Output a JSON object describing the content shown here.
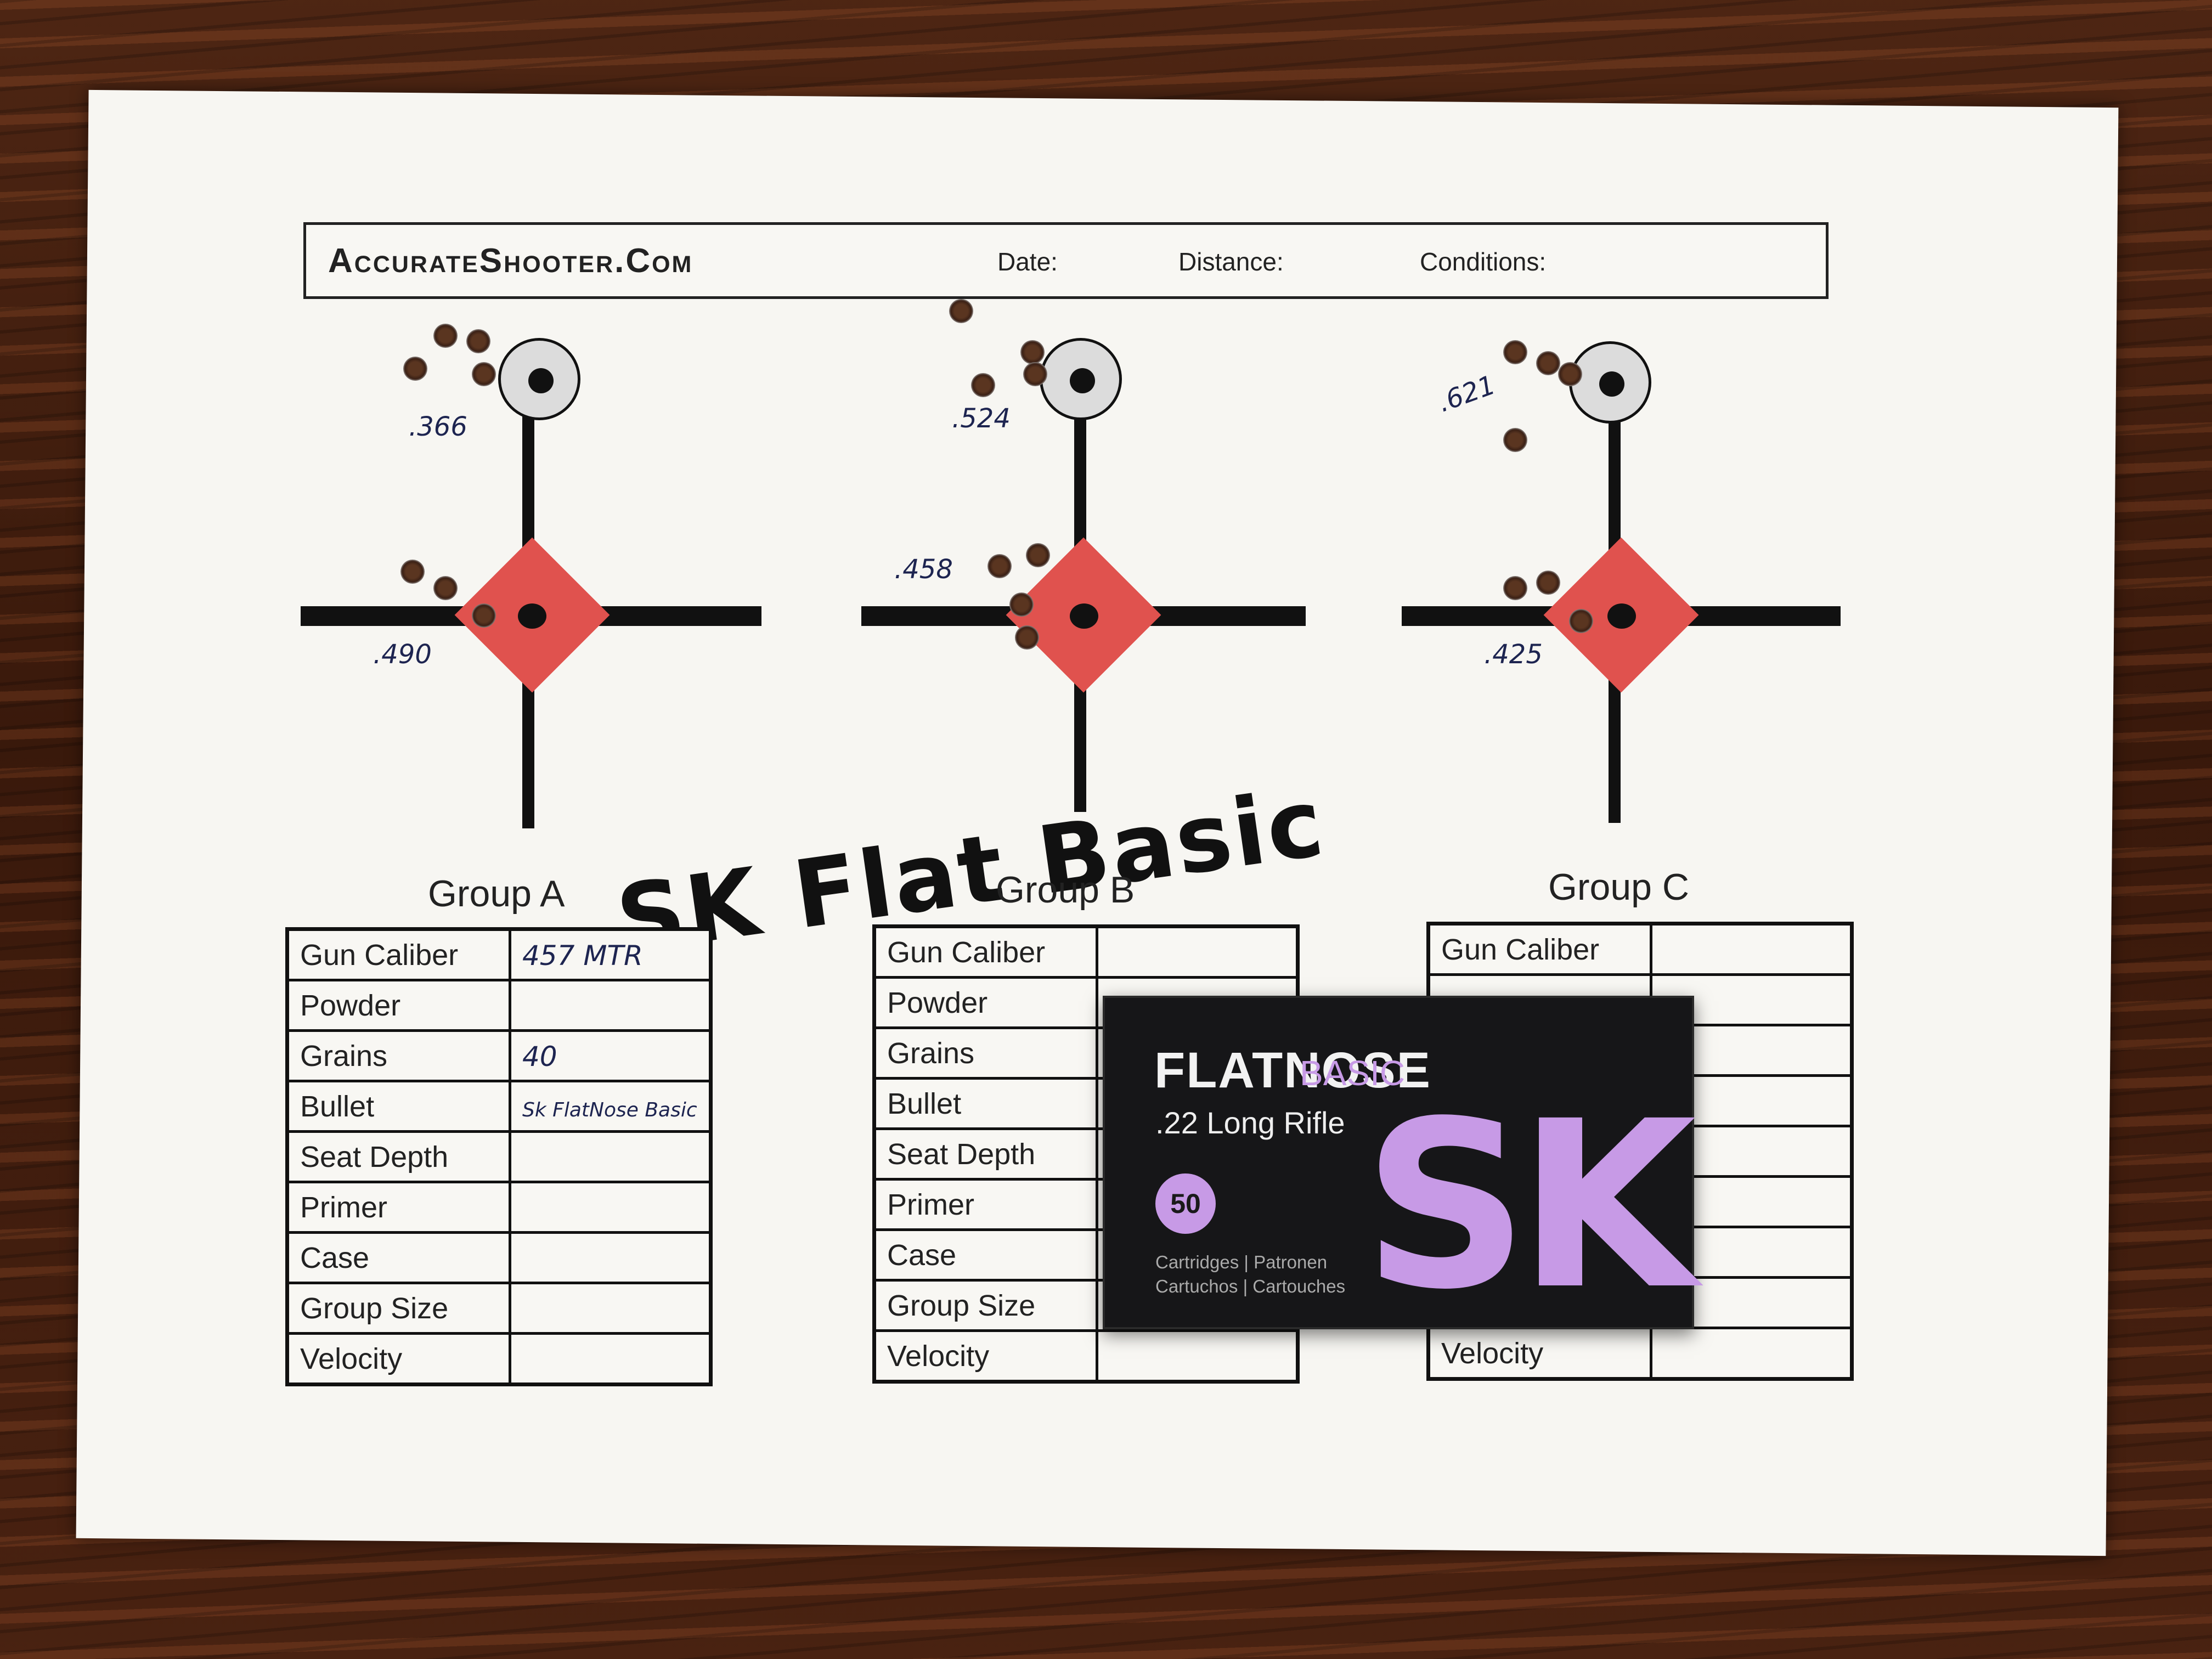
{
  "header": {
    "site": "AccurateShooter.Com",
    "date_label": "Date:",
    "distance_label": "Distance:",
    "conditions_label": "Conditions:"
  },
  "annotations": {
    "headline": "SK Flat Basic",
    "a_top": ".366",
    "a_bottom": ".490",
    "b_top": ".524",
    "b_bottom": ".458",
    "c_top": ".621",
    "c_bottom": ".425"
  },
  "groups": [
    {
      "title": "Group A",
      "rows": [
        {
          "label": "Gun Caliber",
          "value": "457 MTR"
        },
        {
          "label": "Powder",
          "value": ""
        },
        {
          "label": "Grains",
          "value": "40"
        },
        {
          "label": "Bullet",
          "value": "Sk FlatNose Basic"
        },
        {
          "label": "Seat Depth",
          "value": ""
        },
        {
          "label": "Primer",
          "value": ""
        },
        {
          "label": "Case",
          "value": ""
        },
        {
          "label": "Group Size",
          "value": ""
        },
        {
          "label": "Velocity",
          "value": ""
        }
      ]
    },
    {
      "title": "Group B",
      "rows": [
        {
          "label": "Gun Caliber",
          "value": ""
        },
        {
          "label": "Powder",
          "value": ""
        },
        {
          "label": "Grains",
          "value": ""
        },
        {
          "label": "Bullet",
          "value": ""
        },
        {
          "label": "Seat Depth",
          "value": ""
        },
        {
          "label": "Primer",
          "value": ""
        },
        {
          "label": "Case",
          "value": ""
        },
        {
          "label": "Group Size",
          "value": ""
        },
        {
          "label": "Velocity",
          "value": ""
        }
      ]
    },
    {
      "title": "Group C",
      "rows": [
        {
          "label": "Gun Caliber",
          "value": ""
        },
        {
          "label": "Velocity",
          "value": ""
        }
      ]
    }
  ],
  "ammo_box": {
    "brand": "FLATNOSE",
    "line": "BASIC",
    "caliber": ".22 Long Rifle",
    "count": "50",
    "tag_line_1": "Cartridges | Patronen",
    "tag_line_2": "Cartuchos | Cartouches",
    "logo": "SK",
    "accent_color": "#c79ae6"
  }
}
